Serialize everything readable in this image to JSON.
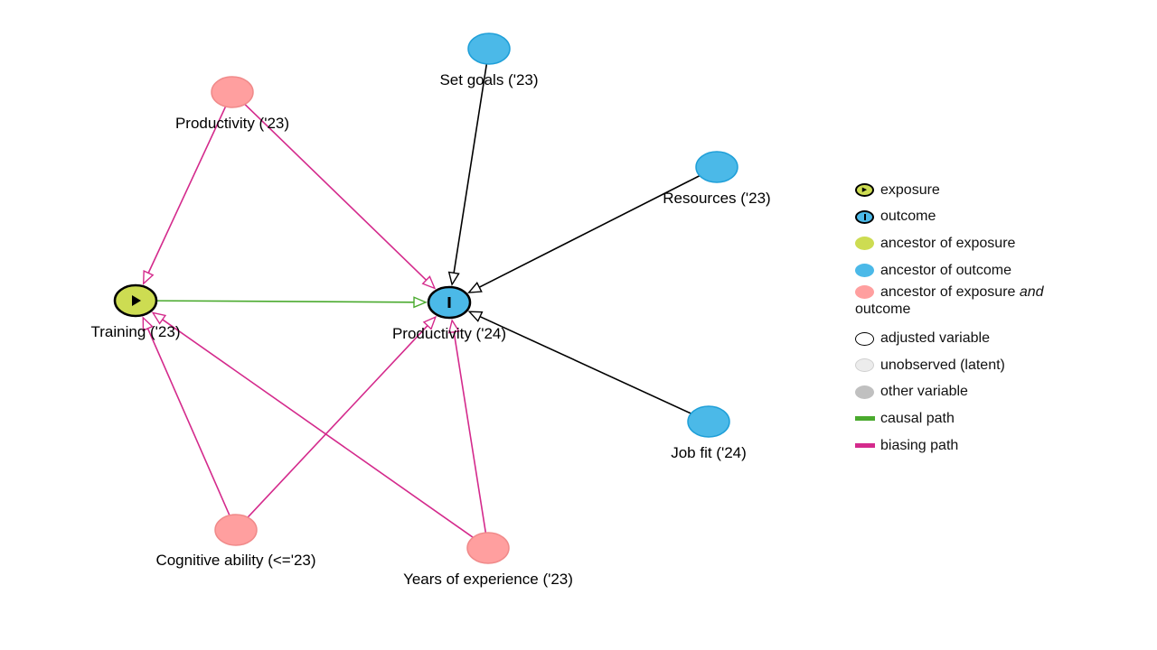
{
  "colors": {
    "exposure": "#cddc52",
    "outcome": "#4bb9e8",
    "ancestor_exposure": "#cddc52",
    "ancestor_outcome": "#4bb9e8",
    "ancestor_both": "#ff9f9f",
    "adjusted": "#ffffff",
    "latent": "#ececec",
    "other": "#c0c0c0",
    "causal_path": "#4aaa2e",
    "biasing_path": "#d42a8c",
    "neutral_path": "#000000"
  },
  "nodes": [
    {
      "id": "prod23",
      "label": "Productivity ('23)",
      "type": "ancestor_both"
    },
    {
      "id": "setgoals",
      "label": "Set goals ('23)",
      "type": "ancestor_outcome"
    },
    {
      "id": "resources",
      "label": "Resources ('23)",
      "type": "ancestor_outcome"
    },
    {
      "id": "training",
      "label": "Training ('23)",
      "type": "exposure"
    },
    {
      "id": "prod24",
      "label": "Productivity ('24)",
      "type": "outcome"
    },
    {
      "id": "jobfit",
      "label": "Job fit ('24)",
      "type": "ancestor_outcome"
    },
    {
      "id": "cog",
      "label": "Cognitive ability (<='23)",
      "type": "ancestor_both"
    },
    {
      "id": "yoe",
      "label": "Years of experience ('23)",
      "type": "ancestor_both"
    }
  ],
  "edges": [
    {
      "from": "prod23",
      "to": "training",
      "kind": "biasing"
    },
    {
      "from": "prod23",
      "to": "prod24",
      "kind": "biasing"
    },
    {
      "from": "setgoals",
      "to": "prod24",
      "kind": "neutral"
    },
    {
      "from": "resources",
      "to": "prod24",
      "kind": "neutral"
    },
    {
      "from": "training",
      "to": "prod24",
      "kind": "causal"
    },
    {
      "from": "jobfit",
      "to": "prod24",
      "kind": "neutral"
    },
    {
      "from": "cog",
      "to": "training",
      "kind": "biasing"
    },
    {
      "from": "cog",
      "to": "prod24",
      "kind": "biasing"
    },
    {
      "from": "yoe",
      "to": "training",
      "kind": "biasing"
    },
    {
      "from": "yoe",
      "to": "prod24",
      "kind": "biasing"
    }
  ],
  "legend": {
    "exposure": "exposure",
    "outcome": "outcome",
    "ancestor_exposure": "ancestor of exposure",
    "ancestor_outcome": "ancestor of outcome",
    "ancestor_both_prefix": "ancestor of exposure ",
    "ancestor_both_italic": "and",
    "ancestor_both_suffix": "outcome",
    "adjusted": "adjusted variable",
    "latent": "unobserved (latent)",
    "other": "other variable",
    "causal": "causal path",
    "biasing": "biasing path"
  }
}
